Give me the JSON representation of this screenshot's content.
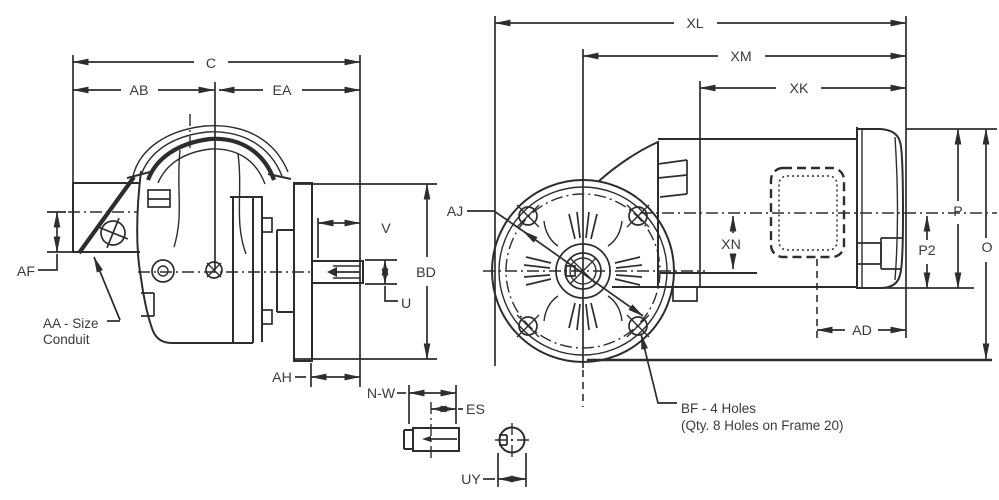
{
  "diagram": {
    "kind": "motor-outline-dimension-drawing",
    "labels": {
      "c": "C",
      "ab": "AB",
      "ea": "EA",
      "af": "AF",
      "v": "V",
      "bd": "BD",
      "u": "U",
      "ah": "AH",
      "nw": "N-W",
      "es": "ES",
      "uy": "UY",
      "xl": "XL",
      "xm": "XM",
      "xk": "XK",
      "aj": "AJ",
      "xn": "XN",
      "p": "P",
      "p2": "P2",
      "o": "O",
      "ad": "AD"
    },
    "annotations": {
      "aa_conduit_line1": "AA - Size",
      "aa_conduit_line2": "Conduit",
      "bf_line1": "BF - 4 Holes",
      "bf_line2": "(Qty. 8 Holes on Frame 20)"
    },
    "colors": {
      "line": "#2d2d2d",
      "text": "#3a3a3a",
      "background": "#ffffff"
    }
  }
}
